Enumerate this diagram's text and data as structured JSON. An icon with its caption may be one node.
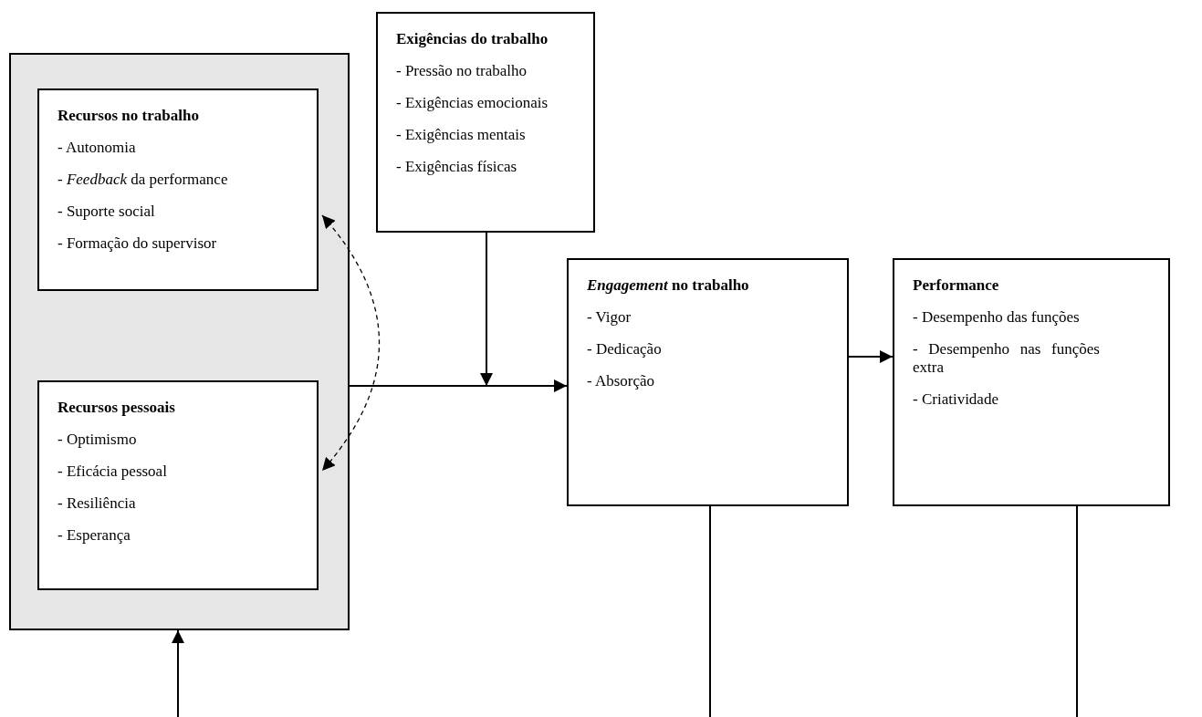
{
  "diagram": {
    "nodes": [
      {
        "text": [],
        "shape": "box"
      },
      {
        "text": [
          "Recursos no trabalho",
          "- Autonomia",
          "- *Feedback* da performance",
          "- Suporte social",
          "- Formação do supervisor"
        ],
        "in": 0
      },
      {
        "text": [
          "Recursos pessoais",
          "- Optimismo",
          "- Eficácia pessoal",
          "- Resiliência",
          "- Esperança"
        ],
        "in": 0
      },
      {
        "text": [
          "Exigências do trabalho",
          "- Pressão no trabalho",
          "- Exigências emocionais",
          "- Exigências mentais",
          "- Exigências físicas"
        ]
      },
      {
        "text": [
          "*Engagement* no trabalho",
          "- Vigor",
          "- Dedicação",
          "- Absorção"
        ]
      },
      {
        "text": [
          "Performance",
          "- Desempenho das funções",
          "- Desempenho nas funções extra",
          "- Criatividade"
        ]
      }
    ],
    "edges": [
      {
        "from": 0,
        "to": 4,
        "arrow": "to"
      },
      {
        "from": 3,
        "to": null,
        "arrow": "to"
      },
      {
        "from": 4,
        "to": 5,
        "arrow": "to"
      },
      {
        "from": 1,
        "to": 2,
        "arrow": "both",
        "style": "dashed"
      },
      {
        "from": null,
        "to": 0,
        "arrow": "to"
      },
      {
        "from": 4,
        "to": null,
        "arrow": "none"
      },
      {
        "from": 5,
        "to": null,
        "arrow": "none"
      }
    ]
  }
}
